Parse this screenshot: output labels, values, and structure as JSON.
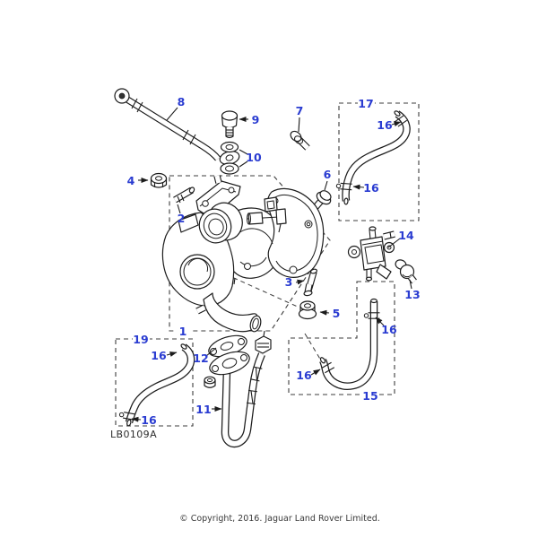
{
  "figure": {
    "drawing_code": "LB0109A",
    "copyright": "© Copyright, 2016. Jaguar Land Rover Limited."
  },
  "colors": {
    "callout": "#2a3cd1",
    "line_art": "#1c1c1c",
    "dashed_box": "#3c3c3c",
    "background": "#ffffff"
  },
  "callouts": {
    "c1": "1",
    "c2": "2",
    "c3": "3",
    "c4": "4",
    "c5": "5",
    "c6": "6",
    "c7": "7",
    "c8": "8",
    "c9": "9",
    "c10": "10",
    "c11": "11",
    "c12": "12",
    "c13": "13",
    "c14": "14",
    "c15": "15",
    "c16": "16",
    "c17": "17",
    "c19": "19"
  }
}
